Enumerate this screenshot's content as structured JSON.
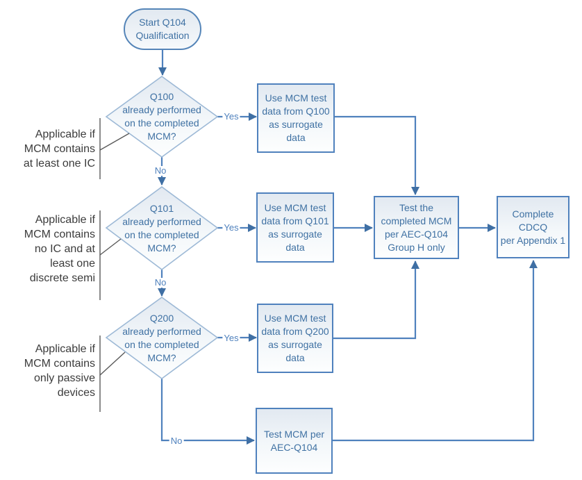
{
  "colors": {
    "connector_blue": "#4f81bd",
    "arrowhead_blue": "#3f6fa4",
    "diamond_border": "#9db9d6",
    "shape_text_blue": "#3f71a3",
    "annotation_line_gray": "#595959",
    "annotation_text": "#3b3b3b",
    "shape_fill_top": "#e2e9f1",
    "shape_fill_bottom": "#fdfefe"
  },
  "nodes": {
    "start": {
      "type": "terminator",
      "label": "Start Q104\nQualification"
    },
    "q100_decision": {
      "type": "decision",
      "label": "Q100\nalready performed\non the completed\nMCM?"
    },
    "q101_decision": {
      "type": "decision",
      "label": "Q101\nalready performed\non the completed\nMCM?"
    },
    "q200_decision": {
      "type": "decision",
      "label": "Q200\nalready performed\non the completed\nMCM?"
    },
    "q100_surrogate": {
      "type": "process",
      "label": "Use MCM test\ndata from Q100\nas surrogate\ndata"
    },
    "q101_surrogate": {
      "type": "process",
      "label": "Use MCM test\ndata from Q101\nas surrogate\ndata"
    },
    "q200_surrogate": {
      "type": "process",
      "label": "Use MCM test\ndata from Q200\nas surrogate\ndata"
    },
    "test_group_h": {
      "type": "process",
      "label": "Test the\ncompleted MCM\nper AEC-Q104\nGroup H only"
    },
    "complete_cdcq": {
      "type": "process",
      "label": "Complete CDCQ\nper Appendix 1"
    },
    "test_aec_q104": {
      "type": "process",
      "label": "Test MCM per\nAEC-Q104"
    }
  },
  "edge_labels": {
    "q100_yes": "Yes",
    "q100_no": "No",
    "q101_yes": "Yes",
    "q101_no": "No",
    "q200_yes": "Yes",
    "q200_no": "No"
  },
  "annotations": [
    {
      "label": "Applicable if\nMCM contains\nat least one IC"
    },
    {
      "label": "Applicable if\nMCM contains\nno IC and at\nleast one\ndiscrete semi"
    },
    {
      "label": "Applicable if\nMCM contains\nonly passive\ndevices"
    }
  ]
}
